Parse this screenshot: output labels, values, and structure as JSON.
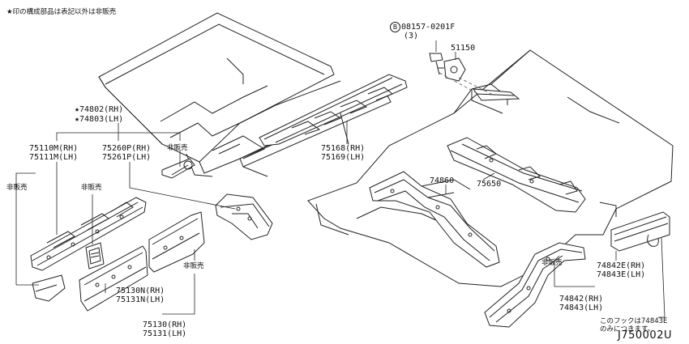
{
  "note_top": "★印の構成部品は表記以外は非販売",
  "labels": {
    "p74802": "★74802(RH)",
    "p74803": "★74803(LH)",
    "p75110": "75110M(RH)",
    "p75111": "75111M(LH)",
    "p75260": "75260P(RH)",
    "p75261": "75261P(LH)",
    "nonsale_a": "非販売",
    "nonsale_b": "非販売",
    "nonsale_c": "非販売",
    "nonsale_d": "非販売",
    "nonsale_e": "非販売",
    "p75130n": "75130N(RH)",
    "p75131n": "75131N(LH)",
    "p75130": "75130(RH)",
    "p75131": "75131(LH)",
    "p75168": "75168(RH)",
    "p75169": "75169(LH)",
    "bolt_ref": "08157-0201F",
    "bolt_qty": "(3)",
    "bolt_circle": "B",
    "p51150": "51150",
    "p74860": "74860",
    "p75650": "75650",
    "p74842e": "74842E(RH)",
    "p74843e": "74843E(LH)",
    "p74842": "74842(RH)",
    "p74843": "74843(LH)",
    "hook_note_1": "このフックは74843E",
    "hook_note_2": "のみにつきます。",
    "diagram_code": "J750002U"
  }
}
